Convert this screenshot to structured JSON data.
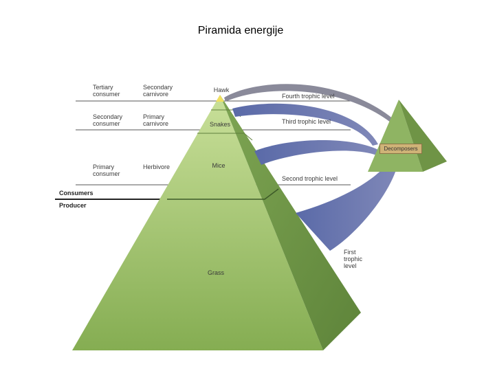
{
  "title": "Piramida energije",
  "rows": [
    {
      "consumer_type": "Tertiary\nconsumer",
      "role": "Secondary\ncarnivore",
      "organism": "Hawk",
      "trophic_level": "Fourth trophic level"
    },
    {
      "consumer_type": "Secondary\nconsumer",
      "role": "Primary\ncarnivore",
      "organism": "Snakes",
      "trophic_level": "Third trophic level"
    },
    {
      "consumer_type": "Primary\nconsumer",
      "role": "Herbivore",
      "organism": "Mice",
      "trophic_level": "Second trophic level"
    },
    {
      "consumer_type": "",
      "role": "",
      "organism": "Grass",
      "trophic_level": "First\ntrophic\nlevel"
    }
  ],
  "divider": {
    "consumers": "Consumers",
    "producer": "Producer"
  },
  "decomposers": "Decomposers",
  "colors": {
    "pyramid_top": "#b9d68c",
    "pyramid_mid": "#a9c96e",
    "pyramid_front": "#8db55a",
    "pyramid_side": "#6f9446",
    "arrow_blue": "#6070b0",
    "arrow_gray": "#8a8a9a"
  }
}
